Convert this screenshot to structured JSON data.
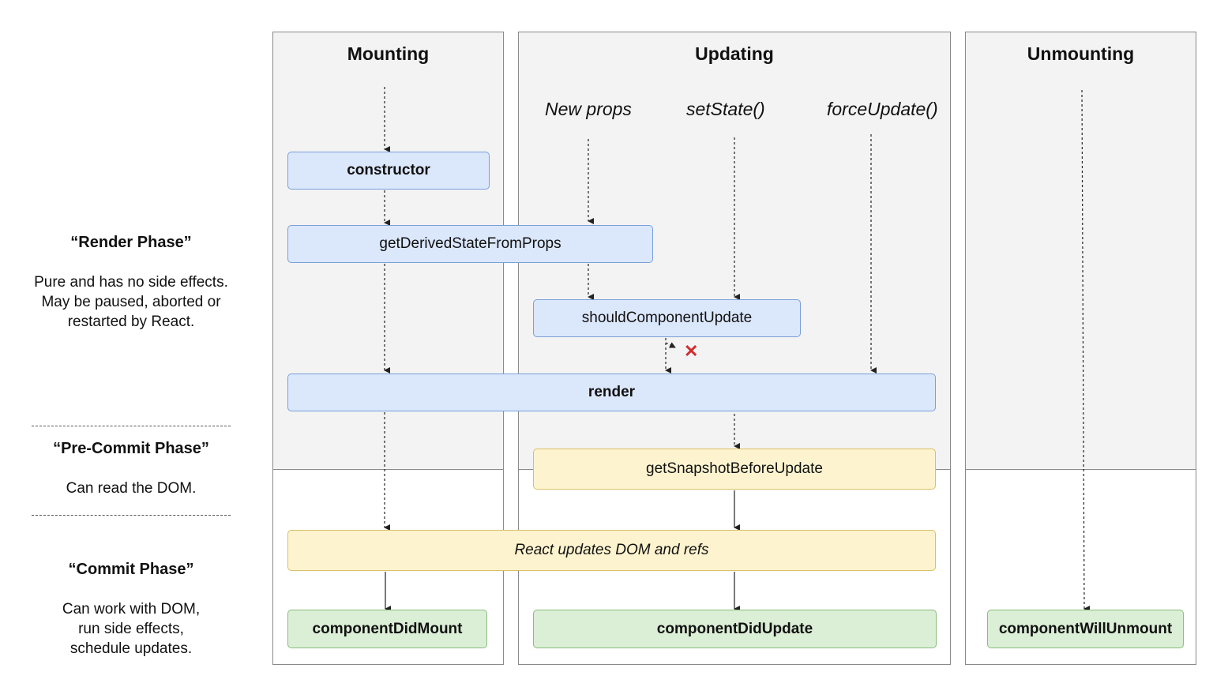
{
  "columns": {
    "mounting": "Mounting",
    "updating": "Updating",
    "unmounting": "Unmounting"
  },
  "triggers": {
    "new_props": "New props",
    "set_state": "setState()",
    "force_update": "forceUpdate()"
  },
  "phases": {
    "render": {
      "title": "“Render Phase”",
      "description": [
        "Pure and has no side effects.",
        "May be paused, aborted or",
        "restarted by React."
      ]
    },
    "pre_commit": {
      "title": "“Pre-Commit Phase”",
      "description": [
        "Can read the DOM."
      ]
    },
    "commit": {
      "title": "“Commit Phase”",
      "description": [
        "Can work with DOM,",
        "run side effects,",
        "schedule updates."
      ]
    }
  },
  "nodes": {
    "constructor": "constructor",
    "get_derived_state": "getDerivedStateFromProps",
    "should_component_update": "shouldComponentUpdate",
    "render": "render",
    "get_snapshot": "getSnapshotBeforeUpdate",
    "react_updates_dom": "React updates DOM and refs",
    "component_did_mount": "componentDidMount",
    "component_did_update": "componentDidUpdate",
    "component_will_unmount": "componentWillUnmount"
  },
  "symbols": {
    "reject_mark": "✕"
  },
  "colors": {
    "blue_fill": "#dbe7fb",
    "yellow_fill": "#fdf4cf",
    "green_fill": "#dbeed6",
    "reject_red": "#d12c2c"
  }
}
